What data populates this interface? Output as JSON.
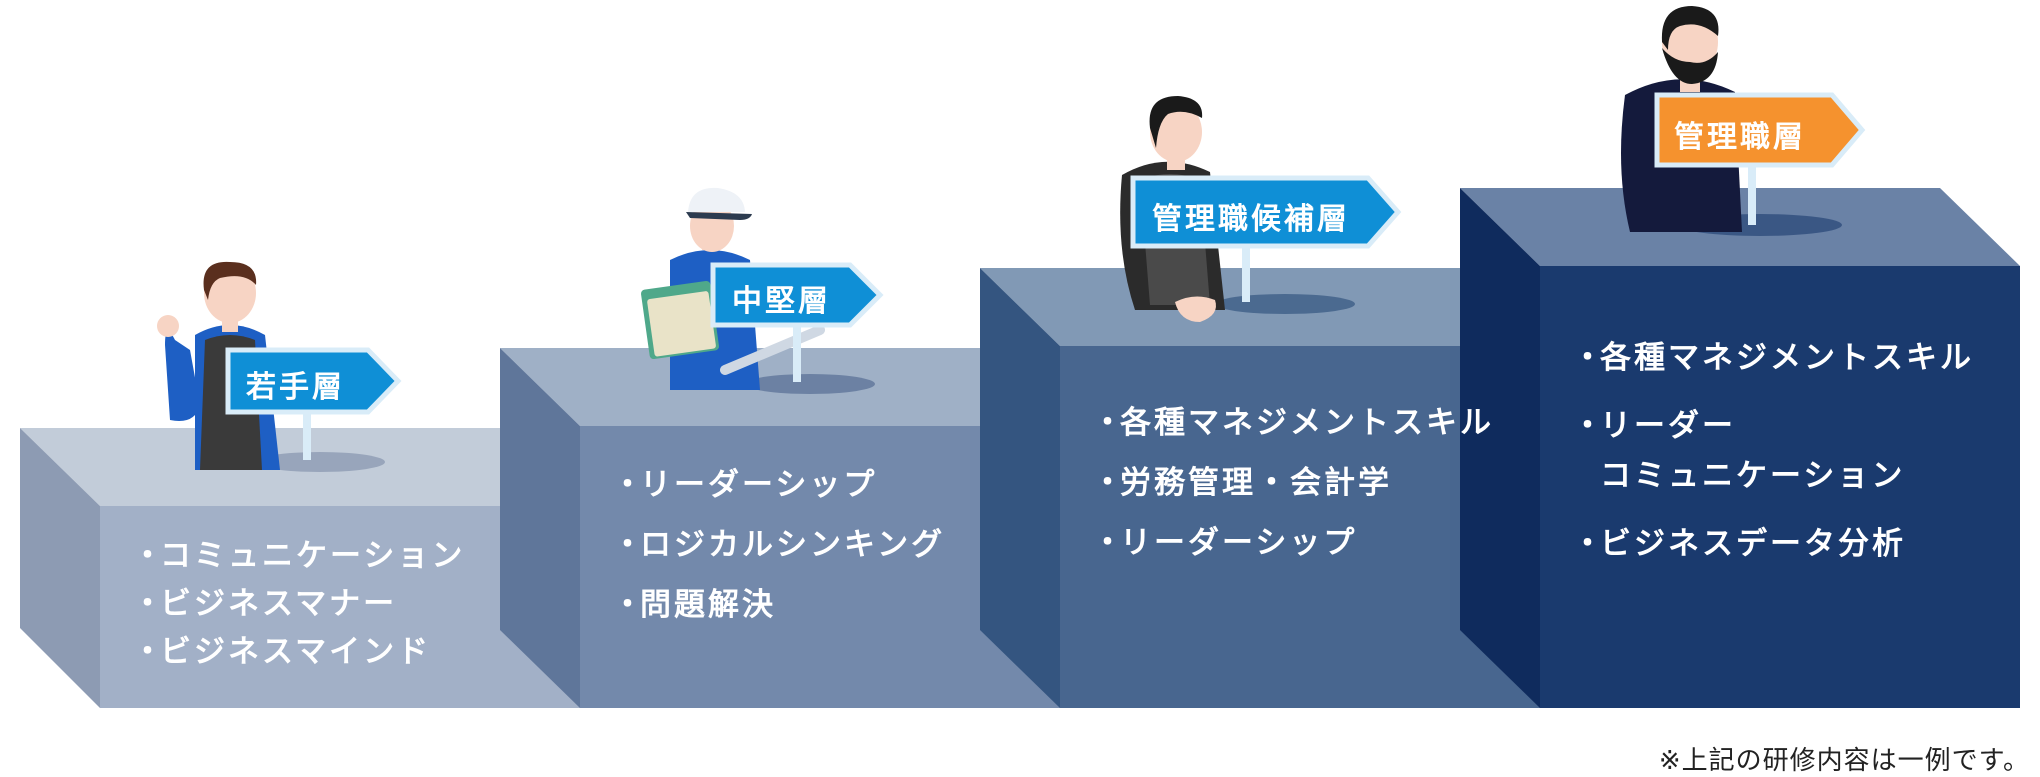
{
  "colors": {
    "step1_front": "#a2b0c7",
    "step1_top": "#c2ccd9",
    "step1_side": "#8d9bb3",
    "step2_front": "#7389ab",
    "step2_top": "#9fb0c6",
    "step2_side": "#5f769a",
    "step3_front": "#48668f",
    "step3_top": "#8199b5",
    "step3_side": "#345580",
    "step4_front": "#1a3a6e",
    "step4_top": "#6a82a6",
    "step4_side": "#0f2b5d",
    "sign_blue": "#0f8fd6",
    "sign_orange": "#f5922e",
    "sign_border": "#d9ecf8"
  },
  "steps": [
    {
      "sign": "若手層",
      "items": [
        "コミュニケーション",
        "ビジネスマナー",
        "ビジネスマインド"
      ]
    },
    {
      "sign": "中堅層",
      "items": [
        "リーダーシップ",
        "ロジカルシンキング",
        "問題解決"
      ]
    },
    {
      "sign": "管理職候補層",
      "items": [
        "各種マネジメントスキル",
        "労務管理・会計学",
        "リーダーシップ"
      ]
    },
    {
      "sign": "管理職層",
      "items": [
        "各種マネジメントスキル",
        "リーダー",
        "ビジネスデータ分析"
      ],
      "item2_cont": "コミュニケーション"
    }
  ],
  "bullet": "・",
  "footnote": "※上記の研修内容は一例です。"
}
